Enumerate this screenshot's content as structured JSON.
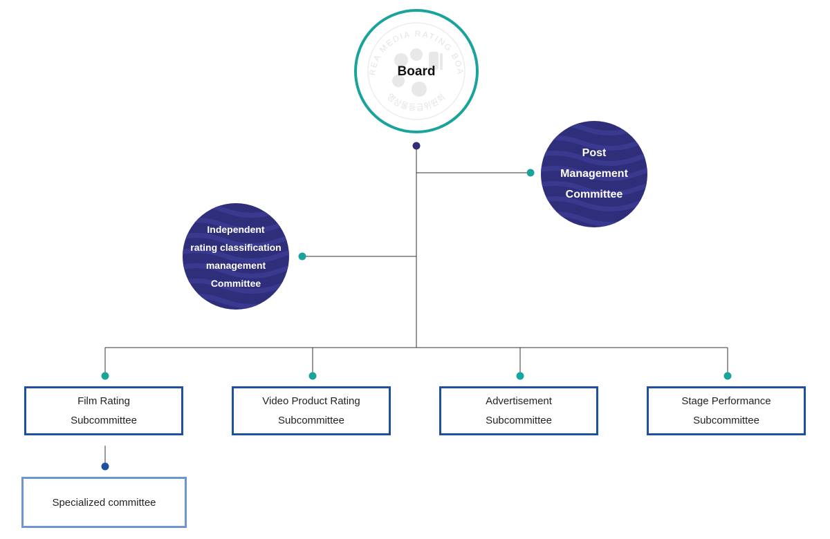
{
  "colors": {
    "accent_teal": "#1aa39a",
    "committee_navy": "#2f2e7a",
    "box_border": "#1f4fa3",
    "specialized_border": "#6d95d3",
    "line": "#333333",
    "dot_navy": "#2f2e7a"
  },
  "board": {
    "label": "Board",
    "seal_text_top": "KOREA MEDIA RATING BOARD",
    "seal_text_bottom": "영상물등급위원회"
  },
  "committees": {
    "post_management": "Post\nManagement\nCommittee",
    "independent": "Independent\nrating classification\nmanagement\nCommittee"
  },
  "subcommittees": {
    "film": "Film Rating\nSubcommittee",
    "video": "Video Product Rating\nSubcommittee",
    "advertisement": "Advertisement\nSubcommittee",
    "stage": "Stage Performance\nSubcommittee"
  },
  "specialized": {
    "label": "Specialized committee"
  }
}
